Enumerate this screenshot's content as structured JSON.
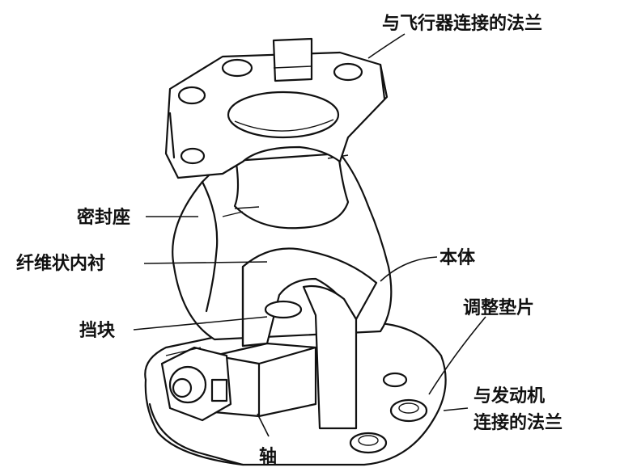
{
  "labels": {
    "aircraft_flange": "与飞行器连接的法兰",
    "seal_seat": "密封座",
    "fiber_liner": "纤维状内衬",
    "body": "本体",
    "stop_block": "挡块",
    "shim": "调整垫片",
    "engine_flange_line1": "与发动机",
    "engine_flange_line2": "连接的法兰",
    "shaft": "轴"
  },
  "colors": {
    "ink": "#111111",
    "paper": "#ffffff"
  }
}
